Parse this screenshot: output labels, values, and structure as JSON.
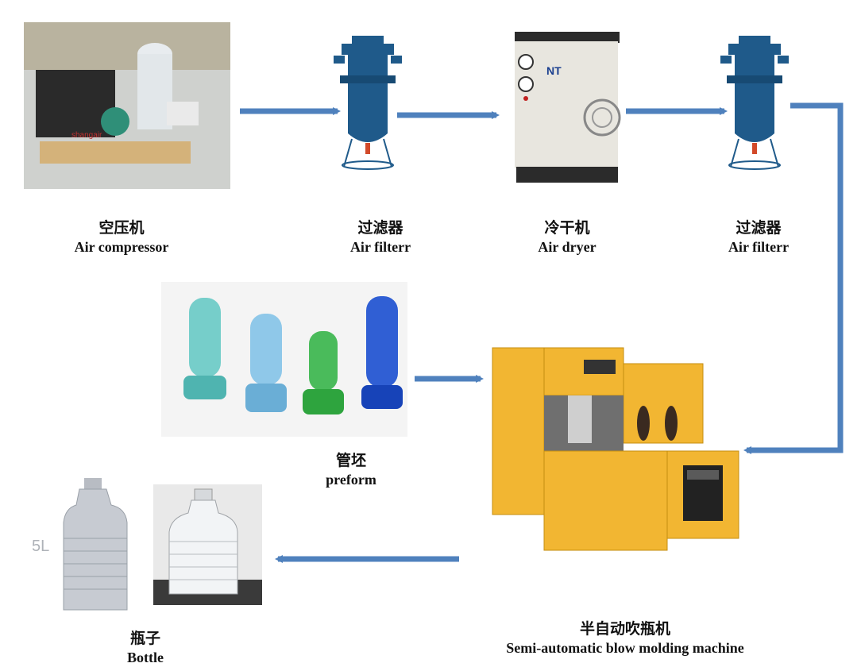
{
  "nodes": {
    "air_compressor": {
      "zh": "空压机",
      "en": "Air compressor",
      "brand": "shangair"
    },
    "air_filter_1": {
      "zh": "过滤器",
      "en": "Air filterr"
    },
    "air_dryer": {
      "zh": "冷干机",
      "en": "Air dryer",
      "logo": "NT"
    },
    "air_filter_2": {
      "zh": "过滤器",
      "en": "Air filterr"
    },
    "preform": {
      "zh": "管坯",
      "en": "preform"
    },
    "blow_molding": {
      "zh": "半自动吹瓶机",
      "en": "Semi-automatic blow molding machine"
    },
    "bottle": {
      "zh": "瓶子",
      "en": "Bottle",
      "drawing_text": "5L"
    }
  },
  "colors": {
    "arrow": "#4f81bd",
    "filter_body": "#1f5a8a",
    "machine_yellow": "#f2b632",
    "dryer_body": "#e8e6df"
  }
}
